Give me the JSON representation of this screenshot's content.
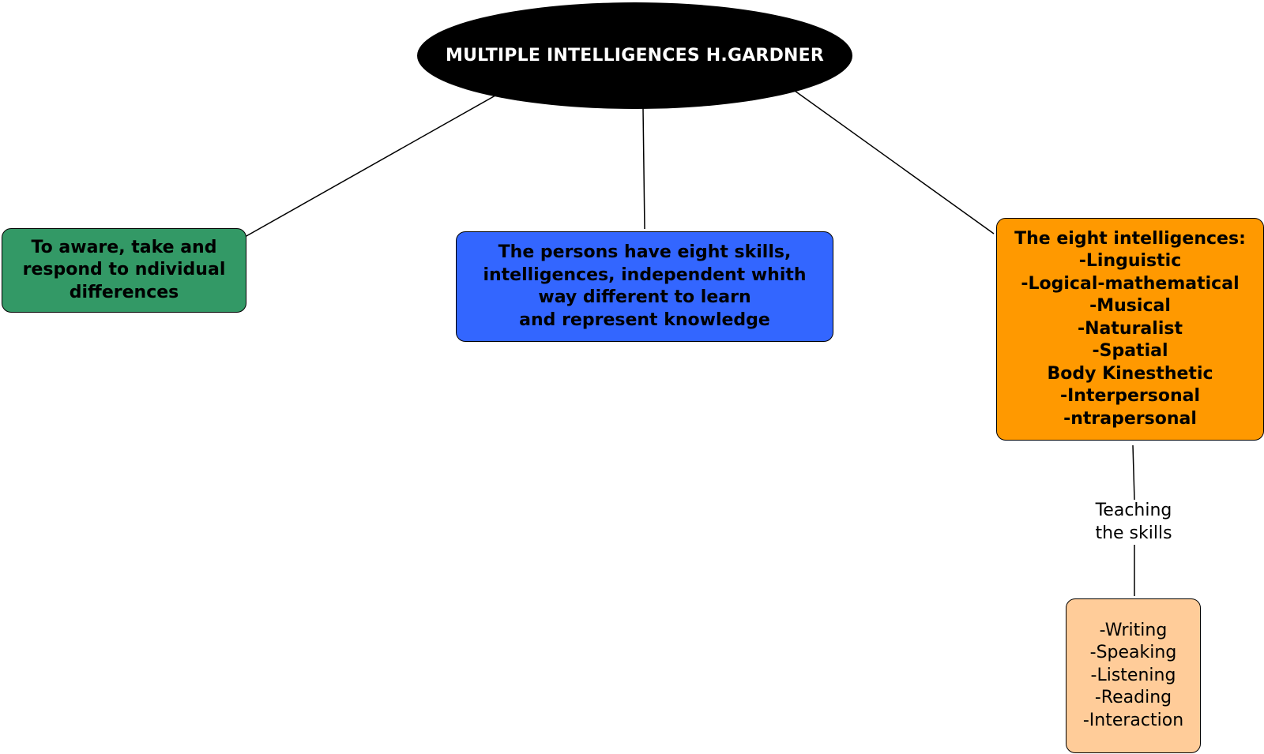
{
  "diagram": {
    "root": {
      "label": "MULTIPLE INTELLIGENCES H.GARDNER",
      "fill": "#000000",
      "text_color": "#ffffff"
    },
    "left_node": {
      "lines": [
        "To aware, take and",
        "respond to ndividual",
        "differences"
      ],
      "fill": "#339966"
    },
    "center_node": {
      "lines": [
        "The persons have eight skills,",
        "intelligences, independent whith",
        "way different to learn",
        "and represent knowledge"
      ],
      "fill": "#3366ff"
    },
    "right_node": {
      "lines": [
        "The eight intelligences:",
        "-Linguistic",
        "-Logical-mathematical",
        "-Musical",
        "-Naturalist",
        "-Spatial",
        "Body Kinesthetic",
        "-Interpersonal",
        "-ntrapersonal"
      ],
      "fill": "#ff9900"
    },
    "link_label": {
      "lines": [
        "Teaching",
        "the skills"
      ]
    },
    "skills_node": {
      "lines": [
        "-Writing",
        "-Speaking",
        "-Listening",
        "-Reading",
        "-Interaction"
      ],
      "fill": "#ffcc99"
    }
  }
}
